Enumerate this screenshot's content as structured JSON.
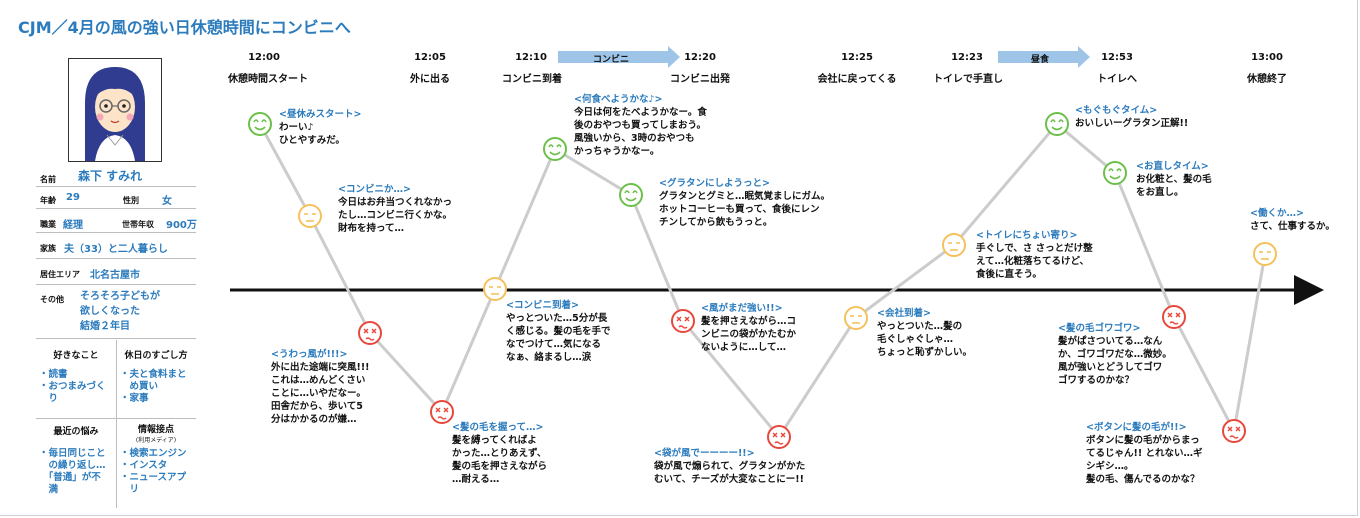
{
  "title": "CJM／4月の風の強い日休憩時間にコンビニへ",
  "persona": {
    "name_label": "名前",
    "name": "森下 すみれ",
    "age_label": "年齢",
    "age": "29",
    "sex_label": "性別",
    "sex": "女",
    "job_label": "職業",
    "job": "経理",
    "income_label": "世帯年収",
    "income": "900万",
    "family_label": "家族",
    "family": "夫（33）と二人暮らし",
    "area_label": "居住エリア",
    "area": "北名古屋市",
    "other_label": "その他",
    "other_lines": [
      "そろそろ子どもが",
      "欲しくなった",
      "結婚２年目"
    ],
    "likes_label": "好きなこと",
    "likes": [
      "・読書",
      "・おつまみづく",
      "　り"
    ],
    "holiday_label": "休日のすごし方",
    "holiday": [
      "・夫と食料まと",
      "　め買い",
      "・家事"
    ],
    "worry_label": "最近の悩み",
    "worry": [
      "・毎日同じこと",
      "　の繰り返し…",
      "　「普通」が不",
      "　満"
    ],
    "info_label": "情報接点",
    "info_sub": "(利用メディア)",
    "info": [
      "・検索エンジン",
      "・インスタ",
      "・ニュースアプ",
      "　リ"
    ]
  },
  "timeline": {
    "times": [
      "12:00",
      "12:05",
      "12:10",
      "12:20",
      "12:25",
      "12:23",
      "12:53",
      "13:00"
    ],
    "events": [
      "休憩時間スタート",
      "外に出る",
      "コンビニ到着",
      "コンビニ出発",
      "会社に戻ってくる",
      "トイレで手直し",
      "トイレへ",
      "休憩終了"
    ],
    "phases": [
      "コンビニ",
      "昼食"
    ]
  },
  "notes": [
    {
      "title": "<昼休みスタート>",
      "lines": [
        "わーい♪",
        "ひとやすみだ。"
      ]
    },
    {
      "title": "<コンビニか…>",
      "lines": [
        "今日はお弁当つくれなかっ",
        "たし…コンビニ行くかな。",
        "財布を持って…"
      ]
    },
    {
      "title": "<うわっ風が!!!>",
      "lines": [
        "外に出た途端に突風!!!",
        "これは…めんどくさい",
        "ことに…いやだなー。",
        "田舎だから、歩いて5",
        "分はかかるのが嫌…"
      ]
    },
    {
      "title": "<髪の毛を握って…>",
      "lines": [
        "髪を縛ってくればよ",
        "かった…とりあえず、",
        "髪の毛を押さえながら",
        "…耐える…"
      ]
    },
    {
      "title": "<コンビニ到着>",
      "lines": [
        "やっとついた…5分が長",
        "く感じる。髪の毛を手で",
        "なでつけて…気になる",
        "なぁ、絡まるし…涙"
      ]
    },
    {
      "title": "<何食べようかな♪>",
      "lines": [
        "今日は何をたべようかなー。食",
        "後のおやつも買ってしまおう。",
        "風強いから、3時のおやつも",
        "かっちゃうかなー。"
      ]
    },
    {
      "title": "<グラタンにしようっと>",
      "lines": [
        "グラタンとグミと…眠気覚ましにガム。",
        "ホットコーヒーも買って、食後にレン",
        "チンしてから飲もうっと。"
      ]
    },
    {
      "title": "<風がまだ強い!!>",
      "lines": [
        "髪を押さえながら…コ",
        "ンビニの袋がかたむか",
        "ないように…して…"
      ]
    },
    {
      "title": "<袋が風でーーーー!!>",
      "lines": [
        "袋が風で煽られて、グラタンがかた",
        "むいて、チーズが大変なことにー!!"
      ]
    },
    {
      "title": "<会社到着>",
      "lines": [
        "やっとついた…髪の",
        "毛ぐしゃぐしゃ…",
        "ちょっと恥ずかしい。"
      ]
    },
    {
      "title": "<トイレにちょい寄り>",
      "lines": [
        "手ぐしで、さ さっとだけ整",
        "えて…化粧落ちてるけど、",
        "食後に直そう。"
      ]
    },
    {
      "title": "<もぐもぐタイム>",
      "lines": [
        "おいしいーグラタン正解!!"
      ]
    },
    {
      "title": "<お直しタイム>",
      "lines": [
        "お化粧と、髪の毛",
        "をお直し。"
      ]
    },
    {
      "title": "<髪の毛ゴワゴワ>",
      "lines": [
        "髪がぱさついてる…なん",
        "か、ゴワゴワだな…微妙。",
        "風が強いとどうしてゴワ",
        "ゴワするのかな？"
      ]
    },
    {
      "title": "<ボタンに髪の毛が!!>",
      "lines": [
        "ボタンに髪の毛がからまっ",
        "てるじゃん!! とれない…ギ",
        "シギシ…。",
        "髪の毛、傷んでるのかな？"
      ]
    },
    {
      "title": "<働くか…>",
      "lines": [
        "さて、仕事するか。"
      ]
    }
  ],
  "colors": {
    "title": "#2b7bbd",
    "happy": "#6cc04a",
    "neutral": "#f5c15c",
    "sad": "#e8483b",
    "line": "#cccccc",
    "arrow": "#9ec5e8"
  },
  "chart_data": {
    "type": "line",
    "title": "",
    "scale": [
      "sad",
      "neutral",
      "happy"
    ],
    "x": [
      "<昼休みスタート>",
      "<コンビニか…>",
      "<うわっ風が!!!>",
      "<髪の毛を握って…>",
      "<コンビニ到着>",
      "<何食べようかな♪>",
      "<グラタンにしようっと>",
      "<風がまだ強い!!>",
      "<袋が風でーーーー!!>",
      "<会社到着>",
      "<トイレにちょい寄り>",
      "<もぐもぐタイム>",
      "<お直しタイム>",
      "<髪の毛ゴワゴワ>",
      "<ボタンに髪の毛が!!>",
      "<働くか…>"
    ],
    "series": [
      {
        "values": [
          "happy",
          "neutral",
          "sad",
          "sad",
          "neutral",
          "happy",
          "happy",
          "sad",
          "sad",
          "neutral",
          "neutral",
          "happy",
          "happy",
          "sad",
          "sad",
          "neutral"
        ]
      }
    ]
  }
}
